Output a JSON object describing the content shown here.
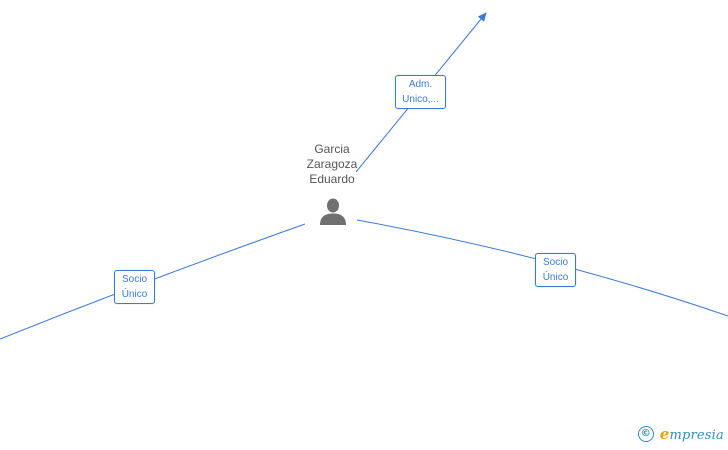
{
  "center_person": {
    "name_lines": [
      "Garcia",
      "Zaragoza",
      "Eduardo"
    ],
    "icon": "person-icon"
  },
  "edges": [
    {
      "id": "adm",
      "label_lines": [
        "Adm.",
        "Unico,..."
      ]
    },
    {
      "id": "socio-left",
      "label_lines": [
        "Socio",
        "Único"
      ]
    },
    {
      "id": "socio-right",
      "label_lines": [
        "Socio",
        "Único"
      ]
    }
  ],
  "footer": {
    "copyright_symbol": "©",
    "brand_initial": "e",
    "brand_rest": "mpresia"
  },
  "colors": {
    "edge": "#3b7ad3",
    "text": "#555555",
    "person": "#707070",
    "brand": "#2f8fb5",
    "brand_accent": "#f0a000"
  }
}
